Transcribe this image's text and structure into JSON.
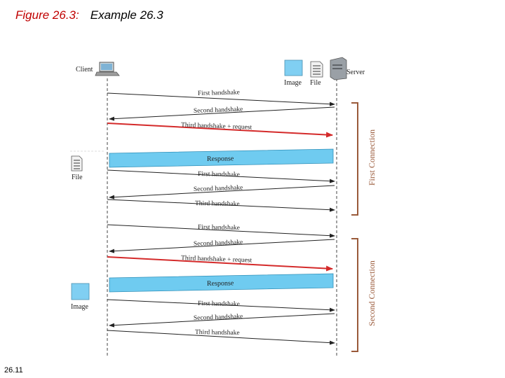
{
  "title": {
    "figure": "Figure 26.3:",
    "example": "Example 26.3"
  },
  "slide_number": "26.11",
  "entities": {
    "client": "Client",
    "server": "Server",
    "image": "Image",
    "file": "File"
  },
  "left_labels": {
    "file": "File",
    "image": "Image"
  },
  "connections": {
    "first": "First Connection",
    "second": "Second Connection"
  },
  "messages": [
    "First handshake",
    "Second handshake",
    "Third handshake + request",
    "Response",
    "First handshake",
    "Second handshake",
    "Third handshake",
    "First handshake",
    "Second handshake",
    "Third handshake + request",
    "Response",
    "First handshake",
    "Second handshake",
    "Third handshake"
  ],
  "colors": {
    "request_arrow": "#d42a2a",
    "response_box": "#6fcbf0",
    "bracket": "#9a5a3a",
    "icon_blue": "#80cff2"
  }
}
